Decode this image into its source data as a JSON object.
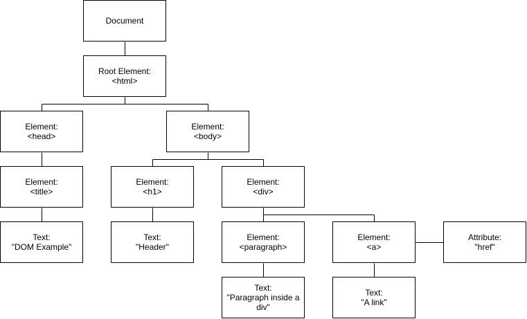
{
  "nodes": {
    "document": {
      "l1": "Document",
      "l2": ""
    },
    "html": {
      "l1": "Root Element:",
      "l2": "<html>"
    },
    "head": {
      "l1": "Element:",
      "l2": "<head>"
    },
    "body": {
      "l1": "Element:",
      "l2": "<body>"
    },
    "title": {
      "l1": "Element:",
      "l2": "<title>"
    },
    "h1": {
      "l1": "Element:",
      "l2": "<h1>"
    },
    "div": {
      "l1": "Element:",
      "l2": "<div>"
    },
    "text_dom": {
      "l1": "Text:",
      "l2": "\"DOM Example\""
    },
    "text_header": {
      "l1": "Text:",
      "l2": "\"Header\""
    },
    "paragraph": {
      "l1": "Element:",
      "l2": "<paragraph>"
    },
    "a": {
      "l1": "Element:",
      "l2": "<a>"
    },
    "href": {
      "l1": "Attribute:",
      "l2": "\"href\""
    },
    "text_para": {
      "l1": "Text:",
      "l2": "\"Paragraph inside a div\""
    },
    "text_link": {
      "l1": "Text:",
      "l2": "\"A link\""
    }
  },
  "edges": [
    [
      "document",
      "html"
    ],
    [
      "html",
      "head"
    ],
    [
      "html",
      "body"
    ],
    [
      "head",
      "title"
    ],
    [
      "title",
      "text_dom"
    ],
    [
      "body",
      "h1"
    ],
    [
      "body",
      "div"
    ],
    [
      "h1",
      "text_header"
    ],
    [
      "div",
      "paragraph"
    ],
    [
      "div",
      "a"
    ],
    [
      "paragraph",
      "text_para"
    ],
    [
      "a",
      "text_link"
    ]
  ],
  "attribute_links": [
    [
      "a",
      "href"
    ]
  ]
}
